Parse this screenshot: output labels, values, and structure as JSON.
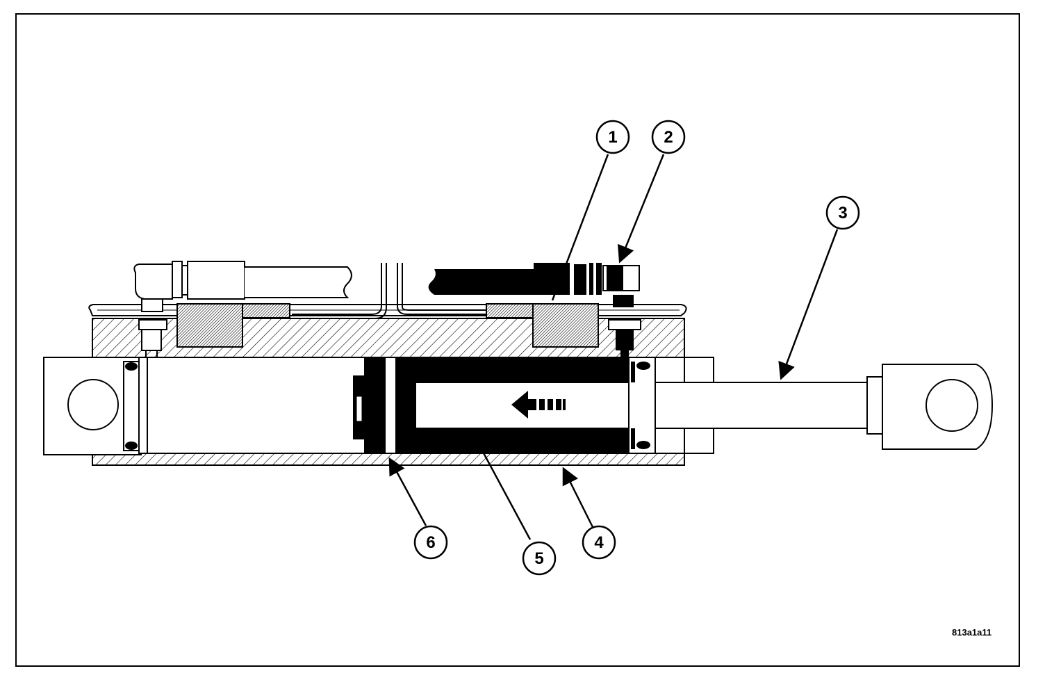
{
  "figure": {
    "code": "813a1a11",
    "callouts": [
      {
        "number": "1"
      },
      {
        "number": "2"
      },
      {
        "number": "3"
      },
      {
        "number": "4"
      },
      {
        "number": "5"
      },
      {
        "number": "6"
      }
    ]
  },
  "colors": {
    "line": "#000000",
    "background": "#ffffff",
    "hatch_fill": "#666666"
  }
}
